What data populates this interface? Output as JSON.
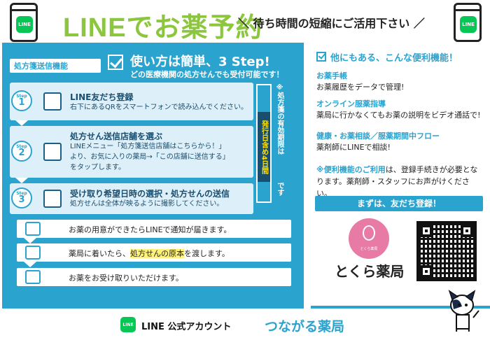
{
  "header": {
    "title": "LINEでお薬予約",
    "subtitle": "＼ 待ち時間の短縮にご活用下さい ／",
    "phone_logo": "LINE"
  },
  "main": {
    "feature_tag": "処方箋送信機能",
    "steps_title": "使い方は簡単、3 Step!",
    "steps_sub": "どの医療機関の処方せんでも受付可能です！",
    "step_word": "Step",
    "steps": [
      {
        "num": "1",
        "heading": "LINE友だち登録",
        "text": [
          "右下にあるQRをスマートフォンで読み込んでください。"
        ]
      },
      {
        "num": "2",
        "heading": "処方せん送信店舗を選ぶ",
        "text": [
          "LINEメニュー「処方箋送信店舗はこちらから！」",
          "より、お気に入りの薬局→「この店舗に送信する」",
          "をタップします。"
        ]
      },
      {
        "num": "3",
        "heading": "受け取り希望日時の選択・処方せんの送信",
        "text": [
          "処方せんは全体が映るように撮影してください。"
        ]
      }
    ],
    "validity": {
      "prefix": "※処方箋の有効期限は",
      "highlight": "発行日含め4日間",
      "suffix": "です"
    },
    "lower_rows": [
      {
        "pre": "お薬の用意ができたらLINEで通知が届きます。",
        "hl": "",
        "post": ""
      },
      {
        "pre": "薬局に着いたら、",
        "hl": "処方せんの原本",
        "post": "を渡します。"
      },
      {
        "pre": "お薬をお受け取りいただけます。",
        "hl": "",
        "post": ""
      }
    ]
  },
  "right": {
    "title": "他にもある、こんな便利機能！",
    "features": [
      {
        "heading": "お薬手帳",
        "text": "お薬履歴をデータで管理!"
      },
      {
        "heading": "オンライン服薬指導",
        "text": "薬局に行かなくてもお薬の説明をビデオ通話で!"
      },
      {
        "heading": "健康・お薬相談／服薬期間中フロー",
        "text": "薬剤師にLINEで相談!"
      }
    ],
    "note_em": "※便利機能のご利用",
    "note_rest": "は、登録手続きが必要となります。薬剤師・スタッフにお声がけください。",
    "register_button": "まずは、友だち登録！",
    "logo_small": "とくら薬局",
    "pharmacy_name": "とくら薬局"
  },
  "footer": {
    "line_badge": "LINE",
    "line_official": "LINE 公式アカウント",
    "tagline": "つながる薬局"
  },
  "colors": {
    "accent": "#2ba3cf",
    "line_green": "#06c755",
    "title_green": "#8cc63f"
  }
}
